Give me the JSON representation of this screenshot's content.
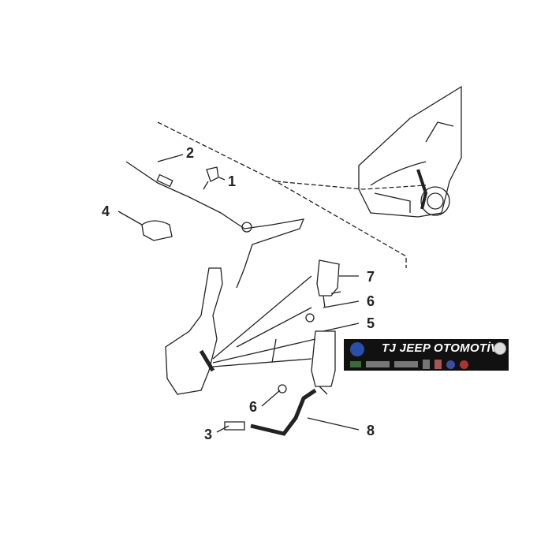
{
  "callouts": [
    {
      "id": "1",
      "label": "1"
    },
    {
      "id": "2",
      "label": "2"
    },
    {
      "id": "3",
      "label": "3"
    },
    {
      "id": "4",
      "label": "4"
    },
    {
      "id": "5",
      "label": "5"
    },
    {
      "id": "6a",
      "label": "6"
    },
    {
      "id": "6b",
      "label": "6"
    },
    {
      "id": "7",
      "label": "7"
    },
    {
      "id": "8",
      "label": "8"
    }
  ],
  "watermark": {
    "title": "JEEP OTOMOTİV",
    "logo_text": "TJ"
  },
  "colors": {
    "line": "#222222",
    "banner": "#111111"
  }
}
